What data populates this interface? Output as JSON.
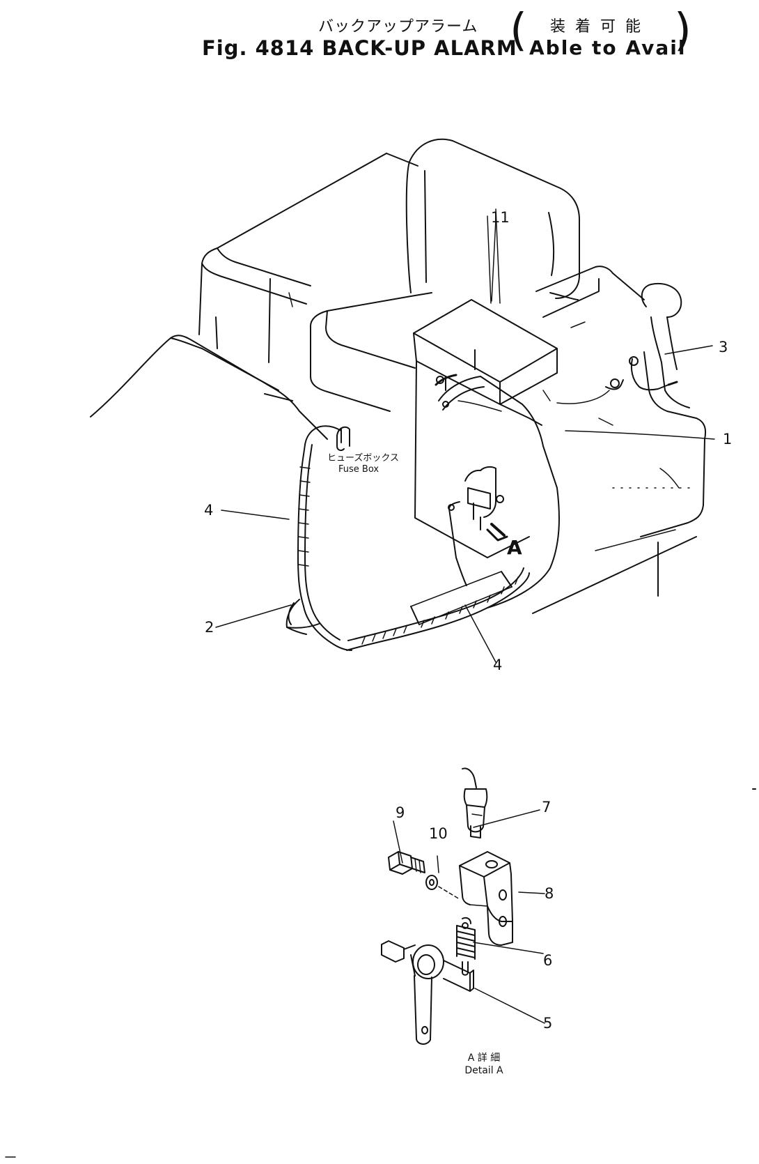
{
  "title": {
    "japanese": "バックアップアラーム",
    "japanese_paren": "装着可能",
    "english": "Fig. 4814 BACK-UP ALARM",
    "english_paren": "Able to Avail"
  },
  "labels": {
    "fuse_box_jp": "ヒューズボックス",
    "fuse_box_en": "Fuse Box",
    "view_arrow": "A",
    "detail_jp": "A 詳 細",
    "detail_en": "Detail A"
  },
  "callouts": [
    "11",
    "3",
    "1",
    "4",
    "2",
    "4",
    "7",
    "9",
    "10",
    "8",
    "6",
    "5"
  ]
}
